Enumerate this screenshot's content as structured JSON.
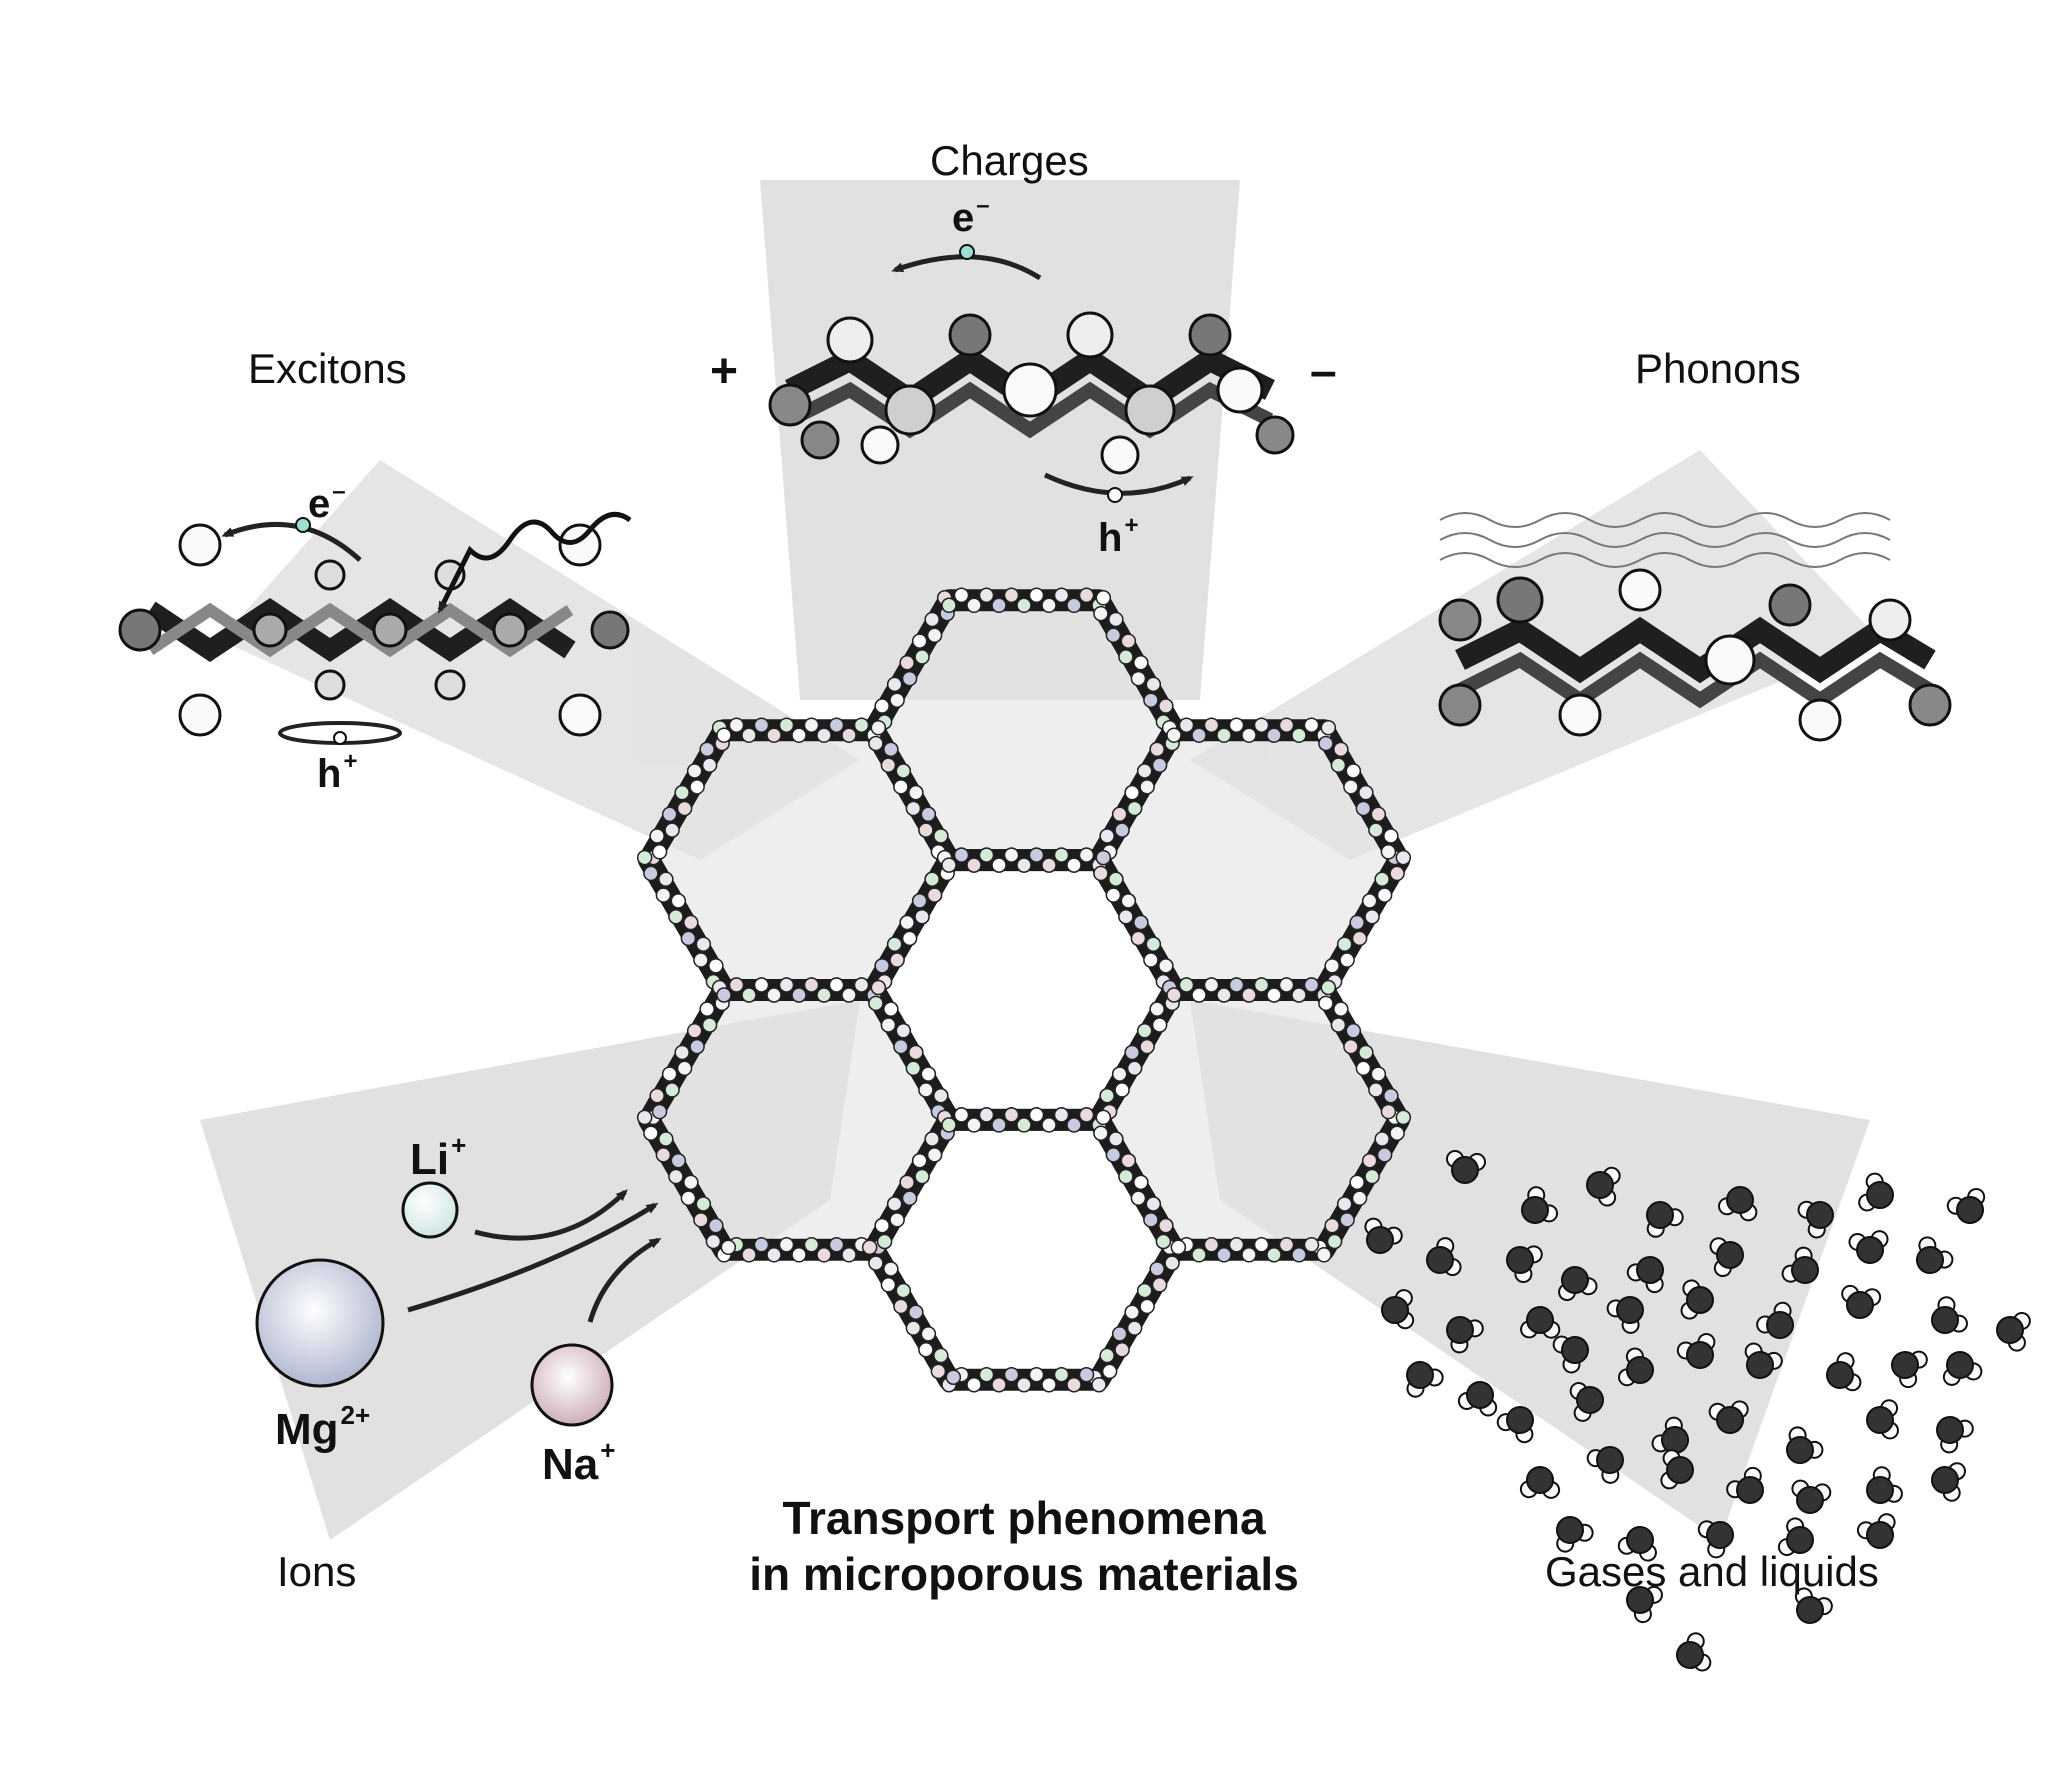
{
  "title": {
    "line1": "Transport phenomena",
    "line2": "in microporous materials"
  },
  "sections": {
    "charges": "Charges",
    "excitons": "Excitons",
    "phonons": "Phonons",
    "ions": "Ions",
    "gases": "Gases and liquids"
  },
  "charges_panel": {
    "plus": "+",
    "minus": "–",
    "electron": "e",
    "electron_sup": "–",
    "hole": "h",
    "hole_sup": "+"
  },
  "excitons_panel": {
    "electron": "e",
    "electron_sup": "–",
    "hole": "h",
    "hole_sup": "+"
  },
  "ions_panel": {
    "li": "Li",
    "li_sup": "+",
    "mg": "Mg",
    "mg_sup": "2+",
    "na": "Na",
    "na_sup": "+"
  },
  "colors": {
    "li": "#dff0ee",
    "mg": "#c3c8dc",
    "na": "#d9c2c8",
    "framework_dark": "#2a2a2a",
    "framework_light": "#f2f2f2",
    "beam": "#d9d9d9"
  }
}
